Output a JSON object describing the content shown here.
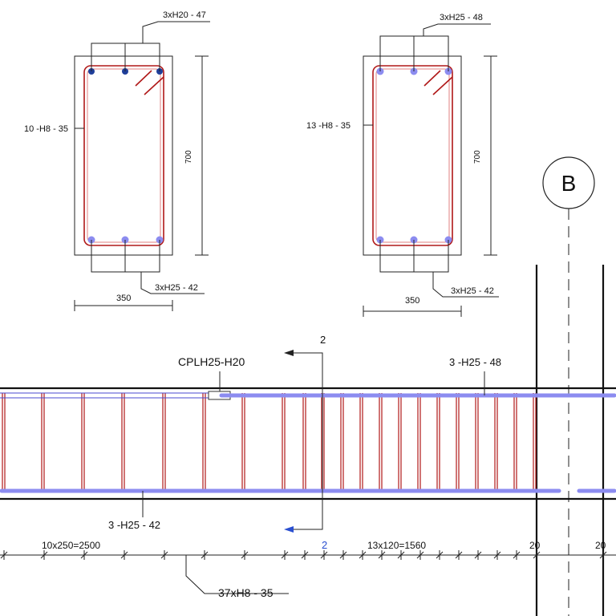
{
  "section_left": {
    "top_label": "3xH20 - 47",
    "side_label": "10 -H8 - 35",
    "bottom_label": "3xH25 - 42",
    "height_dim": "700",
    "width_dim": "350",
    "top_bar_color": "#1f3f9a",
    "bottom_bar_color": "#8c8cf0"
  },
  "section_right": {
    "top_label": "3xH25 - 48",
    "side_label": "13 -H8 - 35",
    "bottom_label": "3xH25 - 42",
    "height_dim": "700",
    "width_dim": "350",
    "top_bar_color": "#8c8cf0",
    "bottom_bar_color": "#8c8cf0"
  },
  "elevation": {
    "coupler_label": "CPLH25-H20",
    "top_bar_label": "3 -H25 - 48",
    "bottom_bar_label": "3 -H25 - 42",
    "section_mark_top": "2",
    "section_mark_bottom": "2",
    "spacing_left": "10x250=2500",
    "spacing_right": "13x120=1560",
    "end_dim_1": "20",
    "end_dim_2": "20",
    "stirrup_label": "37xH8 - 35",
    "gridline_label": "B",
    "stirrup_color": "#b01818",
    "bar_color": "#8c8cf0",
    "section_mark_color": "#2a4fd0"
  }
}
